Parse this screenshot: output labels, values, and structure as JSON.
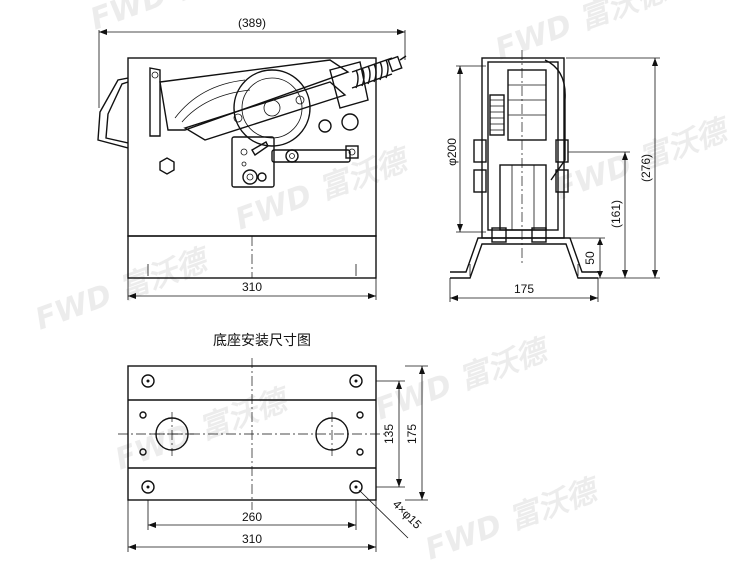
{
  "watermark": {
    "text": "FWD 富沃德"
  },
  "side_view": {
    "width_overall": "(389)",
    "width_base": "310"
  },
  "end_view": {
    "diameter_label": "φ200",
    "height_overall": "(276)",
    "height_mid": "(161)",
    "height_low": "50",
    "width_base": "175"
  },
  "base_plan": {
    "title": "底座安装尺寸图",
    "dim_135": "135",
    "dim_175": "175",
    "dim_260": "260",
    "dim_310": "310",
    "hole_callout": "4×φ15"
  }
}
